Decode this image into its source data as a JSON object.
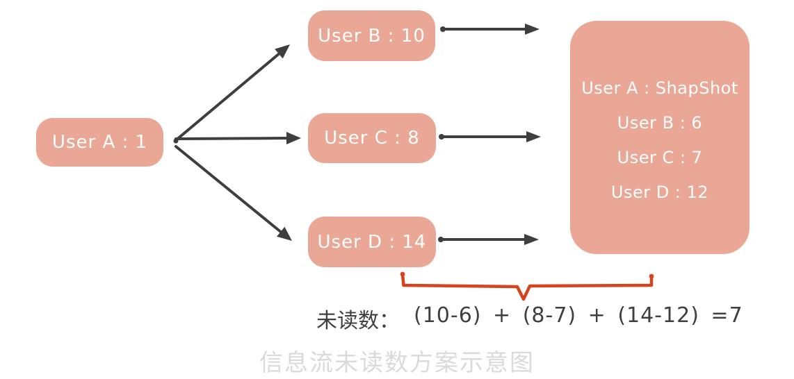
{
  "colors": {
    "background": "#FFFFFF",
    "node_fill": "#EBA795",
    "node_text": "#FFFFFF",
    "arrow": "#3E3E3E",
    "brace": "#D6431F",
    "formula_text": "#3F3F3F",
    "caption_text": "#DADADA"
  },
  "nodes": {
    "a": {
      "label": "User A : 1"
    },
    "b": {
      "label": "User B : 10"
    },
    "c": {
      "label": "User C : 8"
    },
    "d": {
      "label": "User D : 14"
    }
  },
  "snapshot": {
    "lines": [
      "User A : ShapShot",
      "User B : 6",
      "User C : 7",
      "User D : 12"
    ]
  },
  "formula": {
    "label": "未读数：",
    "expression": "(10-6) + (8-7) + (14-12) =7"
  },
  "caption": "信息流未读数方案示意图"
}
